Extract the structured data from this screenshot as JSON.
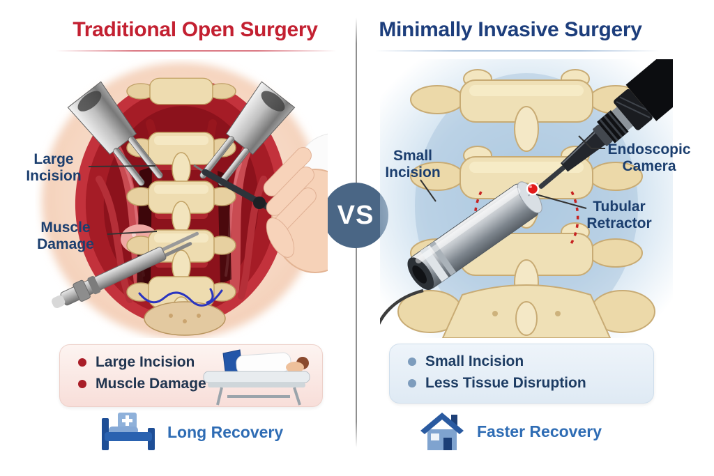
{
  "vs_badge": {
    "label": "VS",
    "color": "#4a6685"
  },
  "left": {
    "title": "Traditional Open Surgery",
    "accent_color": "#c32031",
    "anatomy_labels": {
      "large_incision": "Large Incision",
      "muscle_damage": "Muscle Damage"
    },
    "summary_bullets": [
      "Large Incision",
      "Muscle Damage"
    ],
    "bullet_color": "#a91d27",
    "recovery_label": "Long Recovery",
    "recovery_icon": "hospital-bed-icon"
  },
  "right": {
    "title": "Minimally Invasive Surgery",
    "accent_color": "#1d3e7c",
    "anatomy_labels": {
      "small_incision": "Small Incision",
      "endoscopic_camera": "Endoscopic Camera",
      "tubular_retractor": "Tubular Retractor"
    },
    "summary_bullets": [
      "Small Incision",
      "Less Tissue Disruption"
    ],
    "bullet_color": "#7d9cbd",
    "recovery_label": "Faster Recovery",
    "recovery_icon": "house-icon"
  },
  "label_text_color": "#1b3e6e",
  "recovery_text_color": "#2e6cb4"
}
